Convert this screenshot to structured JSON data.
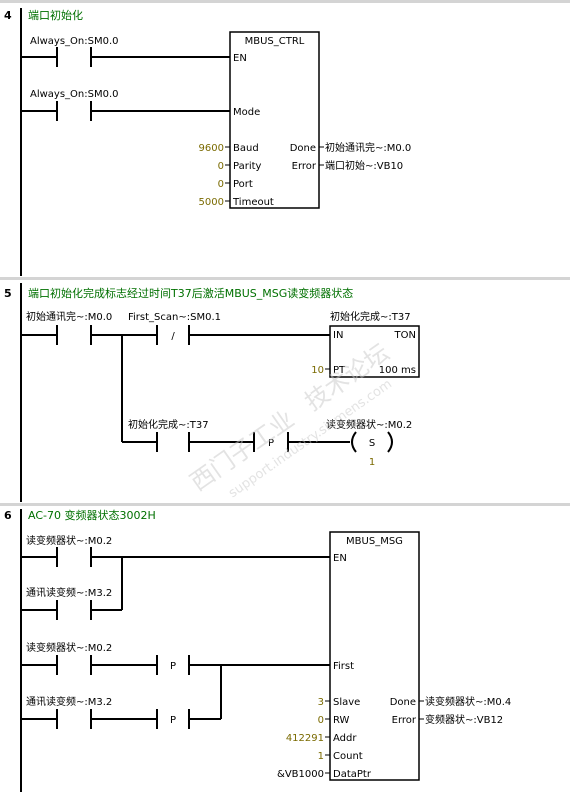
{
  "networks": [
    {
      "number": "4",
      "comment": "端口初始化",
      "contacts": [
        "Always_On:SM0.0",
        "Always_On:SM0.0"
      ],
      "block": {
        "title": "MBUS_CTRL",
        "en": "EN",
        "inputs": [
          {
            "pin": "Mode",
            "value": ""
          },
          {
            "pin": "Baud",
            "value": "9600"
          },
          {
            "pin": "Parity",
            "value": "0"
          },
          {
            "pin": "Port",
            "value": "0"
          },
          {
            "pin": "Timeout",
            "value": "5000"
          }
        ],
        "outputs": [
          {
            "pin": "Done",
            "value": "初始通讯完~:M0.0"
          },
          {
            "pin": "Error",
            "value": "端口初始~:VB10"
          }
        ]
      }
    },
    {
      "number": "5",
      "comment": "端口初始化完成标志经过时间T37后激活MBUS_MSG读变频器状态",
      "contacts": [
        "初始通讯完~:M0.0",
        "First_Scan~:SM0.1",
        "初始化完成~:T37"
      ],
      "negated_symbol": "/",
      "edge_symbol": "P",
      "timer": {
        "label": "初始化完成~:T37",
        "in": "IN",
        "type": "TON",
        "pt_pin": "PT",
        "pt_value": "10",
        "resolution": "100 ms"
      },
      "coil": {
        "label": "读变频器状~:M0.2",
        "symbol": "S",
        "count": "1"
      }
    },
    {
      "number": "6",
      "comment": "AC-70 变频器状态3002H",
      "contacts": [
        "读变频器状~:M0.2",
        "通讯读变频~:M3.2",
        "读变频器状~:M0.2",
        "通讯读变频~:M3.2"
      ],
      "edge_symbol": "P",
      "block": {
        "title": "MBUS_MSG",
        "en": "EN",
        "inputs": [
          {
            "pin": "First",
            "value": ""
          },
          {
            "pin": "Slave",
            "value": "3"
          },
          {
            "pin": "RW",
            "value": "0"
          },
          {
            "pin": "Addr",
            "value": "412291"
          },
          {
            "pin": "Count",
            "value": "1"
          },
          {
            "pin": "DataPtr",
            "value": "&VB1000"
          }
        ],
        "outputs": [
          {
            "pin": "Done",
            "value": "读变频器状~:M0.4"
          },
          {
            "pin": "Error",
            "value": "变频器状~:VB12"
          }
        ]
      }
    }
  ],
  "watermark": [
    "西门子工业",
    "技术论坛",
    "support.industry.siemens.com"
  ]
}
